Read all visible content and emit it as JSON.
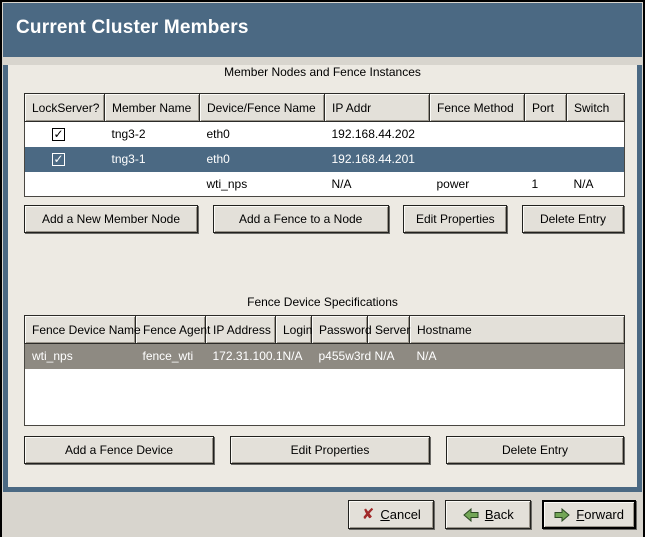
{
  "window": {
    "title": "Current Cluster Members"
  },
  "colors": {
    "title_bar_blue": "#4b6983",
    "selection_blue": "#4b6983",
    "selection_gray": "#8e8a82",
    "page_background": "#edeae3",
    "cancel_icon_red": "#a12a2a",
    "arrow_icon_green": "#73a656"
  },
  "member_table": {
    "caption": "Member Nodes and Fence Instances",
    "columns": [
      "LockServer?",
      "Member Name",
      "Device/Fence Name",
      "IP Addr",
      "Fence Method",
      "Port",
      "Switch"
    ],
    "rows": [
      {
        "lockserver": "checked",
        "member_name": "tng3-2",
        "device_fence_name": "eth0",
        "ip_addr": "192.168.44.202",
        "fence_method": "",
        "port": "",
        "switch": "",
        "selected": false
      },
      {
        "lockserver": "checked",
        "member_name": "tng3-1",
        "device_fence_name": "eth0",
        "ip_addr": "192.168.44.201",
        "fence_method": "",
        "port": "",
        "switch": "",
        "selected": true
      },
      {
        "lockserver": "none",
        "member_name": "",
        "device_fence_name": "wti_nps",
        "ip_addr": "N/A",
        "fence_method": "power",
        "port": "1",
        "switch": "N/A",
        "selected": false
      }
    ],
    "buttons": [
      "Add a New Member Node",
      "Add a Fence to a Node",
      "Edit Properties",
      "Delete Entry"
    ]
  },
  "fence_table": {
    "caption": "Fence Device Specifications",
    "columns": [
      "Fence Device Name",
      "Fence Agent",
      "IP Address",
      "Login",
      "Password",
      "Server",
      "Hostname"
    ],
    "rows": [
      {
        "fence_device_name": "wti_nps",
        "fence_agent": "fence_wti",
        "ip_address": "172.31.100.1",
        "login": "N/A",
        "password": "p455w3rd",
        "server": "N/A",
        "hostname": "N/A",
        "selected": true
      }
    ],
    "buttons": [
      "Add a Fence Device",
      "Edit Properties",
      "Delete Entry"
    ]
  },
  "footer": {
    "buttons": [
      {
        "label": "Cancel",
        "icon": "cancel-x-icon",
        "default": false
      },
      {
        "label": "Back",
        "icon": "back-arrow-icon",
        "default": false
      },
      {
        "label": "Forward",
        "icon": "forward-arrow-icon",
        "default": true
      }
    ]
  }
}
